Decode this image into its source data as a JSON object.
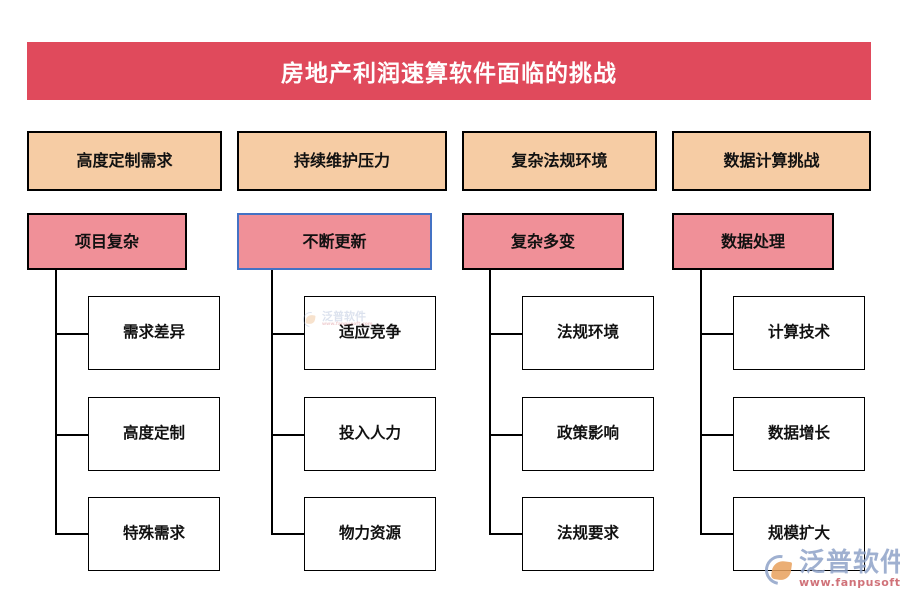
{
  "title": {
    "text": "房地产利润速算软件面临的挑战",
    "background": "#E04A5C",
    "color": "#FFFFFF"
  },
  "colors": {
    "banner": "#E04A5C",
    "level1_fill": "#F6CCA4",
    "level2_fill": "#F09098",
    "leaf_fill": "#FFFFFF",
    "border": "#000000",
    "selected_border": "#4472C4",
    "watermark_blue": "#8FA3C8",
    "watermark_red": "#C85A62"
  },
  "columns": [
    {
      "level1": {
        "label": "高度定制需求"
      },
      "level2": {
        "label": "项目复杂",
        "selected": false
      },
      "leaves": [
        {
          "label": "需求差异"
        },
        {
          "label": "高度定制"
        },
        {
          "label": "特殊需求"
        }
      ]
    },
    {
      "level1": {
        "label": "持续维护压力"
      },
      "level2": {
        "label": "不断更新",
        "selected": true
      },
      "leaves": [
        {
          "label": "适应竞争"
        },
        {
          "label": "投入人力"
        },
        {
          "label": "物力资源"
        }
      ]
    },
    {
      "level1": {
        "label": "复杂法规环境"
      },
      "level2": {
        "label": "复杂多变",
        "selected": false
      },
      "leaves": [
        {
          "label": "法规环境"
        },
        {
          "label": "政策影响"
        },
        {
          "label": "法规要求"
        }
      ]
    },
    {
      "level1": {
        "label": "数据计算挑战"
      },
      "level2": {
        "label": "数据处理",
        "selected": false
      },
      "leaves": [
        {
          "label": "计算技术"
        },
        {
          "label": "数据增长"
        },
        {
          "label": "规模扩大"
        }
      ]
    }
  ],
  "watermarks": {
    "main": {
      "name": "泛普软件",
      "url": "www.fanpusoft.com"
    },
    "small": {
      "name": "泛普软件",
      "url": "www.fanpusoft.com"
    }
  }
}
